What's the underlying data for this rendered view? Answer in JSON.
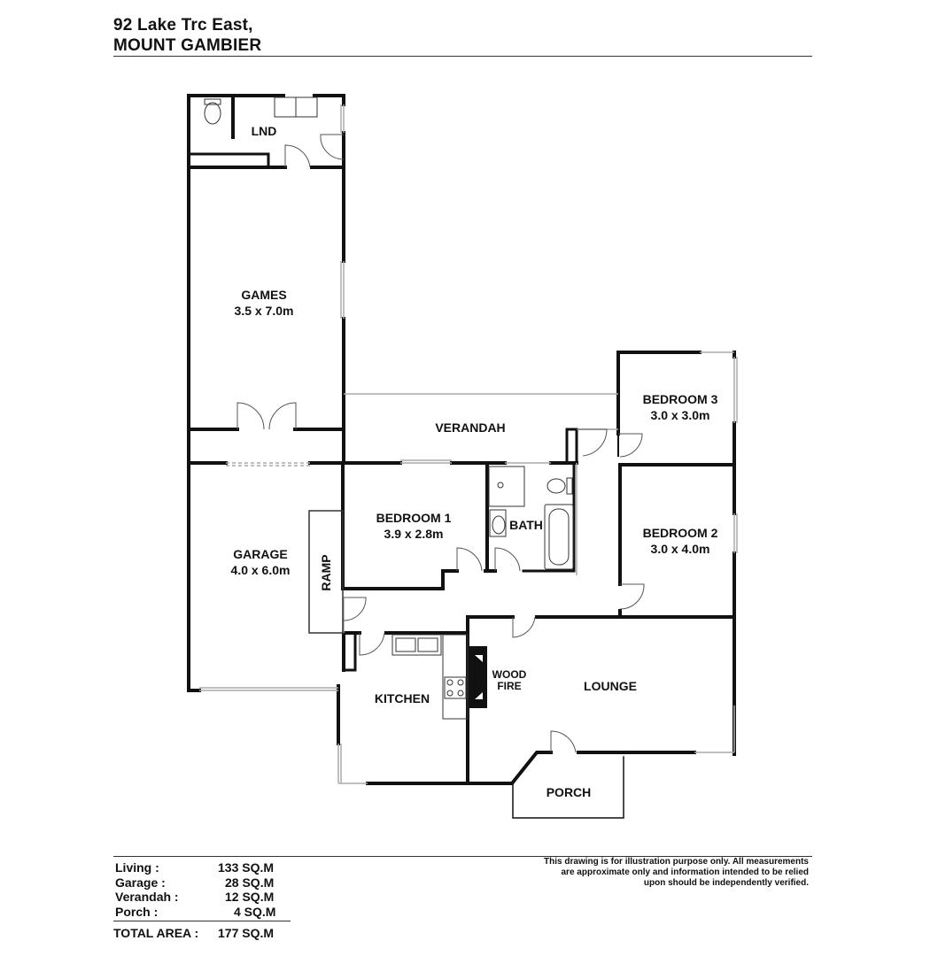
{
  "header": {
    "address_line1": "92 Lake Trc East,",
    "address_line2": "MOUNT GAMBIER"
  },
  "rooms": {
    "lnd": {
      "name": "LND"
    },
    "games": {
      "name": "GAMES",
      "size": "3.5 x 7.0m"
    },
    "verandah": {
      "name": "VERANDAH"
    },
    "bedroom3": {
      "name": "BEDROOM 3",
      "size": "3.0 x 3.0m"
    },
    "bedroom1": {
      "name": "BEDROOM 1",
      "size": "3.9 x 2.8m"
    },
    "bath": {
      "name": "BATH"
    },
    "bedroom2": {
      "name": "BEDROOM 2",
      "size": "3.0 x 4.0m"
    },
    "garage": {
      "name": "GARAGE",
      "size": "4.0 x 6.0m"
    },
    "ramp": {
      "name": "RAMP"
    },
    "wood_fire": {
      "line1": "WOOD",
      "line2": "FIRE"
    },
    "lounge": {
      "name": "LOUNGE"
    },
    "kitchen": {
      "name": "KITCHEN"
    },
    "porch": {
      "name": "PORCH"
    }
  },
  "areas": {
    "rows": [
      {
        "label": "Living :",
        "value": "133 SQ.M"
      },
      {
        "label": "Garage :",
        "value": "28 SQ.M"
      },
      {
        "label": "Verandah :",
        "value": "12 SQ.M"
      },
      {
        "label": "Porch :",
        "value": "4 SQ.M"
      }
    ],
    "total_label": "TOTAL AREA :",
    "total_value": "177 SQ.M"
  },
  "disclaimer": {
    "line1": "This drawing is for illustration purpose only. All measurements",
    "line2": "are approximate only and information intended to be relied",
    "line3": "upon should be independently verified."
  },
  "colors": {
    "wall": "#111111",
    "window": "#aaaaaa",
    "rule": "#333333"
  }
}
